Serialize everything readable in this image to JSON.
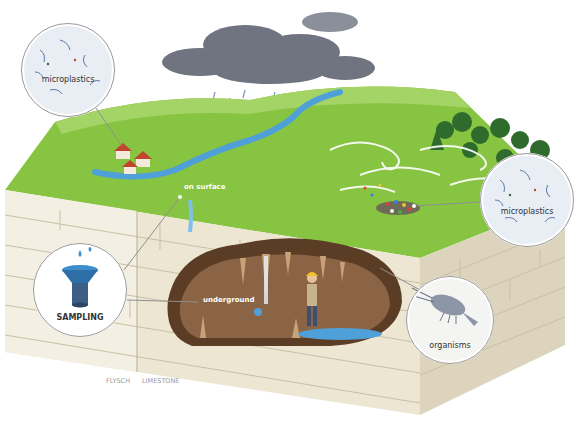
{
  "diagram": {
    "nodes": [
      {
        "text": [
          "microplastics"
        ]
      },
      {
        "text": [
          "microplastics"
        ]
      },
      {
        "text": [
          "SAMPLING"
        ]
      },
      {
        "text": [
          "organisms"
        ]
      }
    ],
    "labels": [
      "on surface",
      "underground",
      "FLYSCH",
      "LIMESTONE"
    ]
  }
}
